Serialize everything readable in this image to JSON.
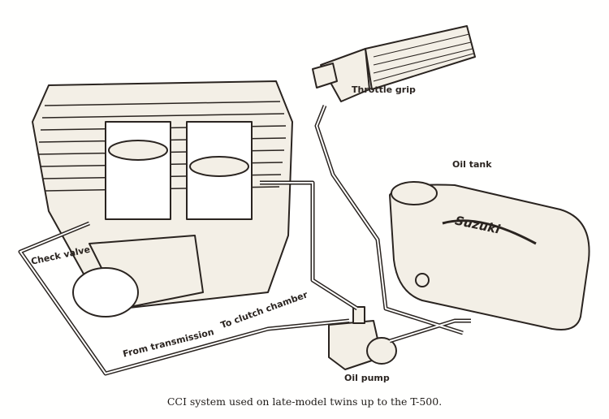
{
  "diagram": {
    "labels": {
      "throttle_grip": "Throttle grip",
      "oil_tank": "Oil tank",
      "check_valve": "Check valve",
      "from_transmission": "From transmission",
      "to_clutch_chamber": "To clutch chamber",
      "oil_pump": "Oil pump"
    },
    "tank_logo": "Suzuki",
    "caption": "CCI system used on late-model twins up to the T-500."
  },
  "colors": {
    "ink": "#2a2420",
    "paper": "#fffffe",
    "fill": "#f3efe6"
  }
}
